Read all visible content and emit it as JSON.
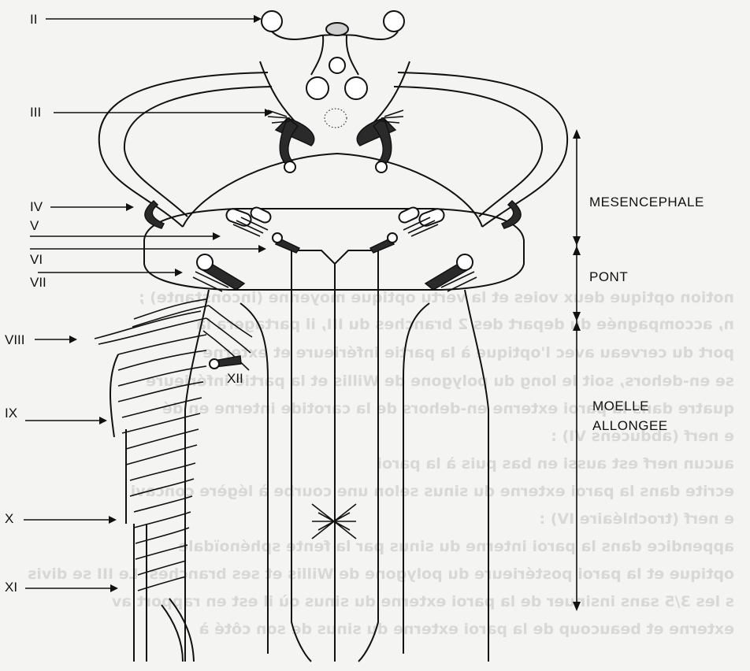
{
  "nerves": [
    {
      "id": "II",
      "label": "II"
    },
    {
      "id": "III",
      "label": "III"
    },
    {
      "id": "IV",
      "label": "IV"
    },
    {
      "id": "V",
      "label": "V"
    },
    {
      "id": "VI",
      "label": "VI"
    },
    {
      "id": "VII",
      "label": "VII"
    },
    {
      "id": "VIII",
      "label": "VIII"
    },
    {
      "id": "IX",
      "label": "IX"
    },
    {
      "id": "X",
      "label": "X"
    },
    {
      "id": "XI",
      "label": "XI"
    },
    {
      "id": "XII",
      "label": "XII"
    }
  ],
  "regions": {
    "mesencephale": "MESENCEPHALE",
    "pont": "PONT",
    "moelle_line1": "MOELLE",
    "moelle_line2": "ALLONGEE"
  },
  "bleedthrough_lines": [
    "notion optique deux voies et la vertu optique moyenne (inconstante) ;",
    "n, accompagnée du depart des 2 branches du III, il partagera la",
    "port du cerveau avec l'optique à la partie inférieure et externe",
    "se en-dehors, soit le long du polygone de Willis et la partie inférieure",
    "quatre dans la paroi externe en-dehors de la carotide interne en dé",
    "e nerf (abducens VI) :",
    "aucun nerf est aussi en bas puis à la paroi",
    "ecrite dans la paroi externe du sinus selon une courbe à légère concavi",
    "e nerf (trochléaire IV) :",
    "appendice dans la paroi interne du sinus par la fente sphénoïdale",
    "optique et la paroi postérieure du polygone de Willis et ses branches. Le III se divis",
    "s les 3/5 sans insinuer de la paroi externe du sinus où il est en rapport av",
    "externe et beaucoup de la paroi externe du sinus de son côté à"
  ]
}
